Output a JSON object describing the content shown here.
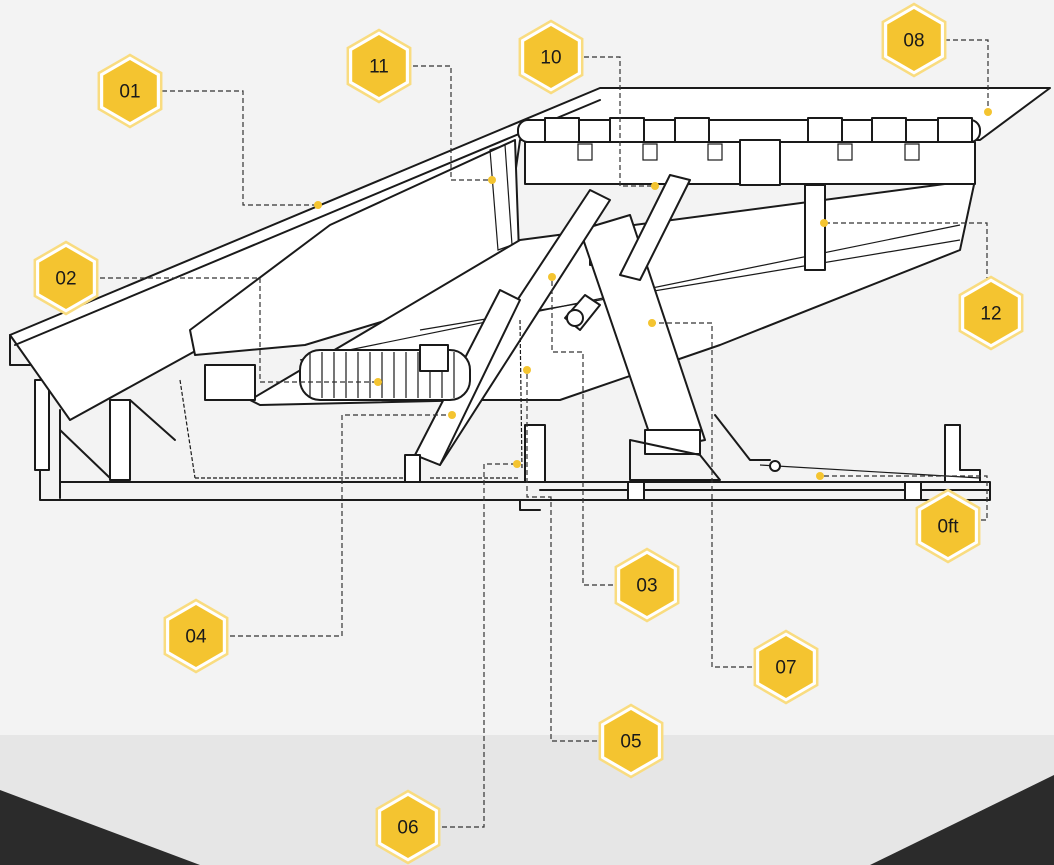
{
  "colors": {
    "background": "#f3f3f3",
    "hex_fill": "#f4c430",
    "hex_outline": "#f9dc80",
    "footer_dark": "#2b2b2b",
    "footer_light": "#e6e6e6"
  },
  "callouts": [
    {
      "id": "01",
      "label": "01"
    },
    {
      "id": "02",
      "label": "02"
    },
    {
      "id": "03",
      "label": "03"
    },
    {
      "id": "04",
      "label": "04"
    },
    {
      "id": "05",
      "label": "05"
    },
    {
      "id": "06",
      "label": "06"
    },
    {
      "id": "07",
      "label": "07"
    },
    {
      "id": "08",
      "label": "08"
    },
    {
      "id": "10",
      "label": "10"
    },
    {
      "id": "11",
      "label": "11"
    },
    {
      "id": "12",
      "label": "12"
    },
    {
      "id": "0ft",
      "label": "0ft"
    }
  ]
}
